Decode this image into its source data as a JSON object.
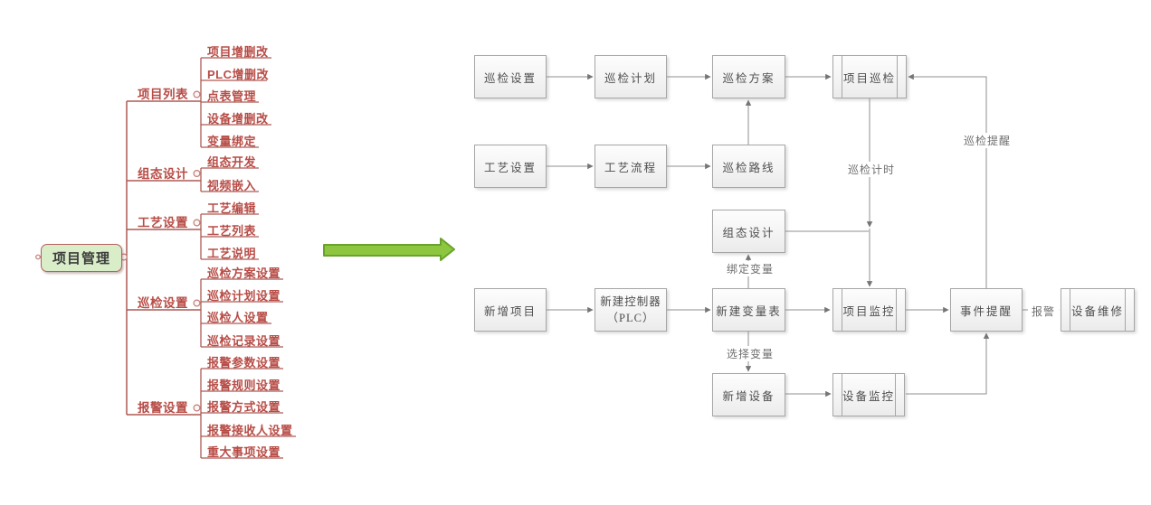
{
  "mindmap": {
    "root": "项目管理",
    "branches": [
      {
        "label": "项目列表",
        "children": [
          "项目增删改",
          "PLC增删改",
          "点表管理",
          "设备增删改",
          "变量绑定"
        ]
      },
      {
        "label": "组态设计",
        "children": [
          "组态开发",
          "视频嵌入"
        ]
      },
      {
        "label": "工艺设置",
        "children": [
          "工艺编辑",
          "工艺列表",
          "工艺说明"
        ]
      },
      {
        "label": "巡检设置",
        "children": [
          "巡检方案设置",
          "巡检计划设置",
          "巡检人设置",
          "巡检记录设置"
        ]
      },
      {
        "label": "报警设置",
        "children": [
          "报警参数设置",
          "报警规则设置",
          "报警方式设置",
          "报警接收人设置",
          "重大事项设置"
        ]
      }
    ],
    "colors": {
      "text": "#b84c46",
      "line": "#ad5a55",
      "root_fill": "#d8edc8",
      "root_border": "#b4625c"
    }
  },
  "transform_arrow": {
    "icon": "green-right-arrow",
    "fill": "#8dc63f",
    "stroke": "#69a22d"
  },
  "flowchart": {
    "nodes": [
      {
        "id": "inspection-settings",
        "label": "巡检设置"
      },
      {
        "id": "inspection-plan",
        "label": "巡检计划"
      },
      {
        "id": "inspection-scheme",
        "label": "巡检方案"
      },
      {
        "id": "project-inspection",
        "label": "项目巡检"
      },
      {
        "id": "process-settings",
        "label": "工艺设置"
      },
      {
        "id": "process-flow",
        "label": "工艺流程"
      },
      {
        "id": "inspection-route",
        "label": "巡检路线"
      },
      {
        "id": "scada-design",
        "label": "组态设计"
      },
      {
        "id": "new-project",
        "label": "新增项目"
      },
      {
        "id": "new-controller-plc",
        "label": "新建控制器",
        "label2": "（PLC）"
      },
      {
        "id": "new-variable-table",
        "label": "新建变量表"
      },
      {
        "id": "project-monitoring",
        "label": "项目监控"
      },
      {
        "id": "event-reminder",
        "label": "事件提醒"
      },
      {
        "id": "device-maintenance",
        "label": "设备维修"
      },
      {
        "id": "new-device",
        "label": "新增设备"
      },
      {
        "id": "device-monitoring",
        "label": "设备监控"
      }
    ],
    "edge_labels": {
      "inspect_timing": "巡检计时",
      "inspect_reminder": "巡检提醒",
      "bind_variable": "绑定变量",
      "select_variable": "选择变量",
      "alarm": "报警"
    },
    "colors": {
      "box_border": "#a6a6a6",
      "line": "#8f8f8f",
      "text": "#4e4e4e"
    }
  }
}
